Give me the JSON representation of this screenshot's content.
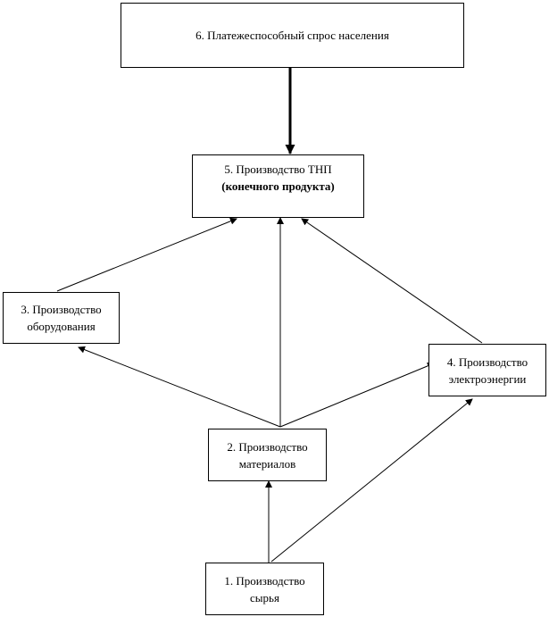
{
  "nodes": {
    "n6": {
      "line1": "6. Платежеспособный спрос населения"
    },
    "n5": {
      "line1": "5. Производство ТНП",
      "line2": "(конечного продукта)"
    },
    "n3": {
      "line1": "3. Производство",
      "line2": "оборудования"
    },
    "n4": {
      "line1": "4. Производство",
      "line2": "электроэнергии"
    },
    "n2": {
      "line1": "2. Производство",
      "line2": "материалов"
    },
    "n1": {
      "line1": "1. Производство",
      "line2": "сырья"
    }
  },
  "edges": [
    {
      "from": "6",
      "to": "5",
      "style": "thick"
    },
    {
      "from": "3",
      "to": "5"
    },
    {
      "from": "2",
      "to": "5"
    },
    {
      "from": "4",
      "to": "5"
    },
    {
      "from": "2",
      "to": "3"
    },
    {
      "from": "2",
      "to": "4"
    },
    {
      "from": "1",
      "to": "2"
    },
    {
      "from": "1",
      "to": "4"
    }
  ]
}
